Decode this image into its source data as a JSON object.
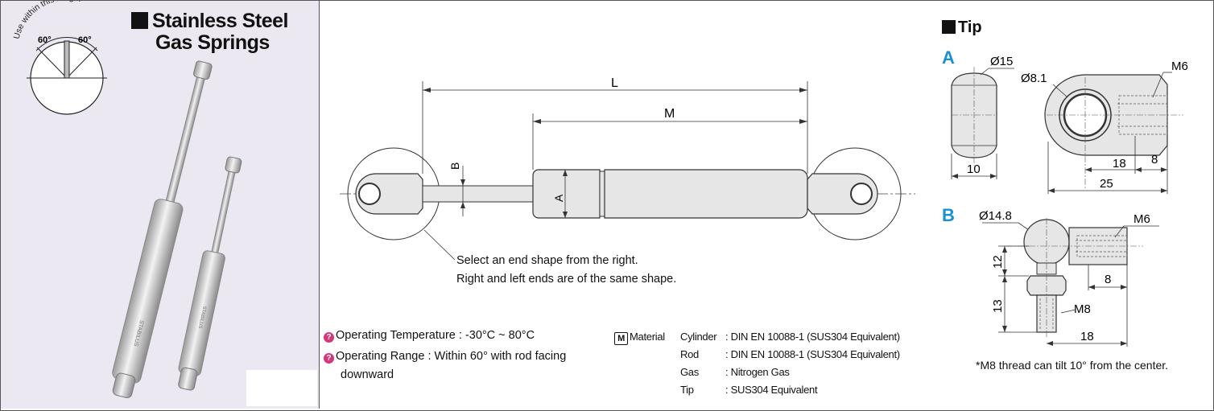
{
  "product": {
    "title_line1": "Stainless Steel",
    "title_line2": "Gas Springs",
    "angle_note": "Use within this range.",
    "angle_left": "60°",
    "angle_right": "60°",
    "cylinder_text": "STABILUS"
  },
  "drawing": {
    "dim_L": "L",
    "dim_M": "M",
    "dim_A": "A",
    "dim_B": "B",
    "note_line1": "Select an end shape from the right.",
    "note_line2": "Right and left ends are of the same shape."
  },
  "specs": {
    "operating_temperature": "Operating Temperature : -30°C ~ 80°C",
    "operating_range_line1": "Operating Range : Within 60° with rod facing",
    "operating_range_line2": "downward",
    "material_label": "Material",
    "material_icon": "M",
    "note_icon": "?",
    "materials": [
      {
        "part": "Cylinder",
        "value": ": DIN EN 10088-1 (SUS304 Equivalent)"
      },
      {
        "part": "Rod",
        "value": ": DIN EN 10088-1 (SUS304 Equivalent)"
      },
      {
        "part": "Gas",
        "value": ": Nitrogen Gas"
      },
      {
        "part": "Tip",
        "value": ": SUS304 Equivalent"
      }
    ]
  },
  "tip": {
    "title": "Tip",
    "type_a": {
      "letter": "A",
      "d15": "Ø15",
      "d8_1": "Ø8.1",
      "m6": "M6",
      "w10": "10",
      "w18": "18",
      "w8": "8",
      "w25": "25"
    },
    "type_b": {
      "letter": "B",
      "d14_8": "Ø14.8",
      "m6": "M6",
      "h12": "12",
      "w8": "8",
      "h13": "13",
      "m8": "M8",
      "w18": "18"
    },
    "footnote": "*M8 thread can tilt 10° from the center."
  },
  "colors": {
    "left_panel_bg": "#ece8f2",
    "accent_blue": "#1a8fd6",
    "note_pink": "#d4377a",
    "part_fill": "#e6e6e6"
  }
}
